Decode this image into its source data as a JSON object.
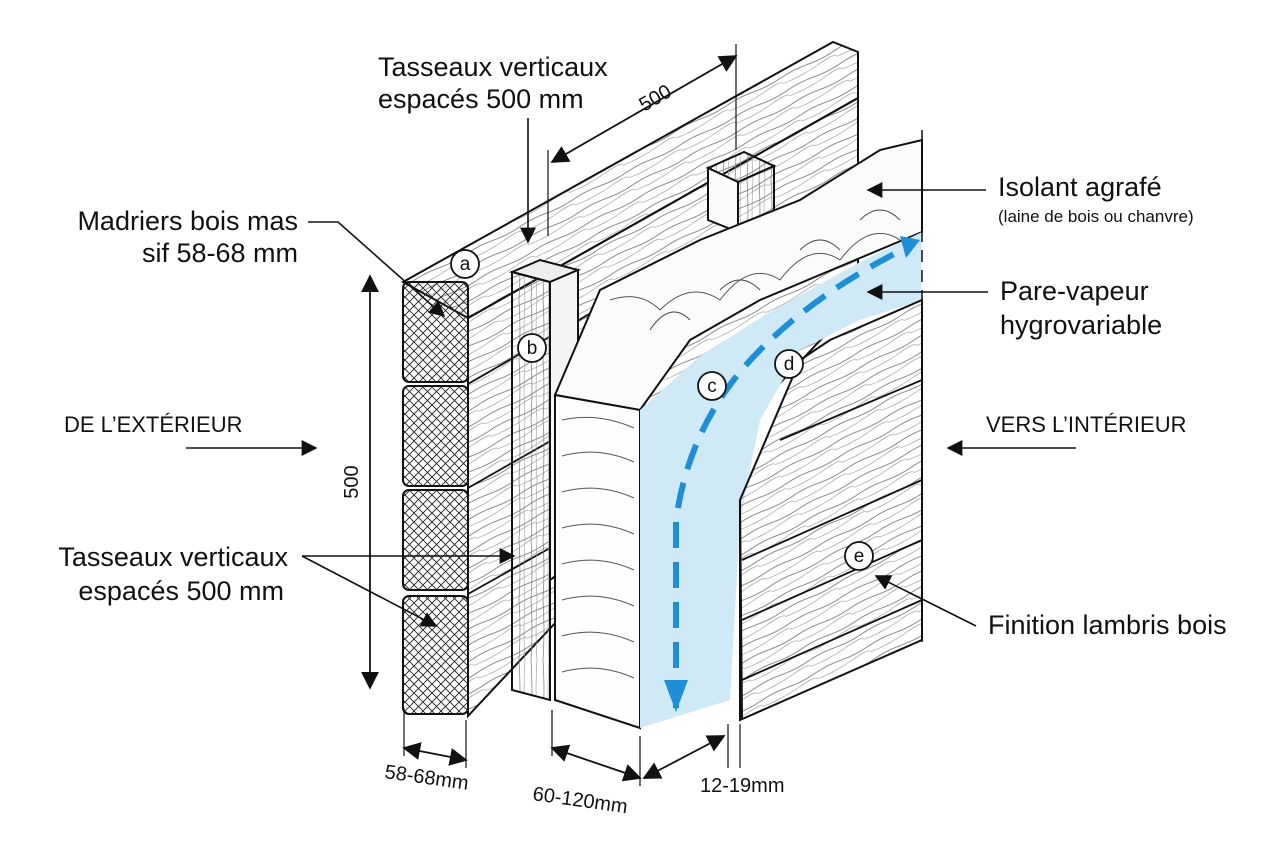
{
  "labels": {
    "top_battens_1": "Tasseaux verticaux",
    "top_battens_2": "espacés 500 mm",
    "planks_1": "Madriers bois mas",
    "planks_2": "sif 58-68 mm",
    "exterior": "DE L’EXTÉRIEUR",
    "lower_battens_1": "Tasseaux verticaux",
    "lower_battens_2": "espacés 500 mm",
    "insulation_1": "Isolant agrafé",
    "insulation_2": "(laine de bois ou chanvre)",
    "vapour_1": "Pare-vapeur",
    "vapour_2": "hygrovariable",
    "interior": "VERS L’INTÉRIEUR",
    "finish": "Finition lambris bois"
  },
  "dimensions": {
    "top_spacing": "500",
    "height": "500",
    "planks": "58-68mm",
    "insulation": "60-120mm",
    "panelling": "12-19mm"
  },
  "markers": {
    "a": "a",
    "b": "b",
    "c": "c",
    "d": "d",
    "e": "e"
  },
  "colors": {
    "ink": "#111111",
    "vapour_band": "#cfe9f7",
    "vapour_arrow": "#1e8fd6",
    "wood_fill": "#f6f6f6"
  }
}
